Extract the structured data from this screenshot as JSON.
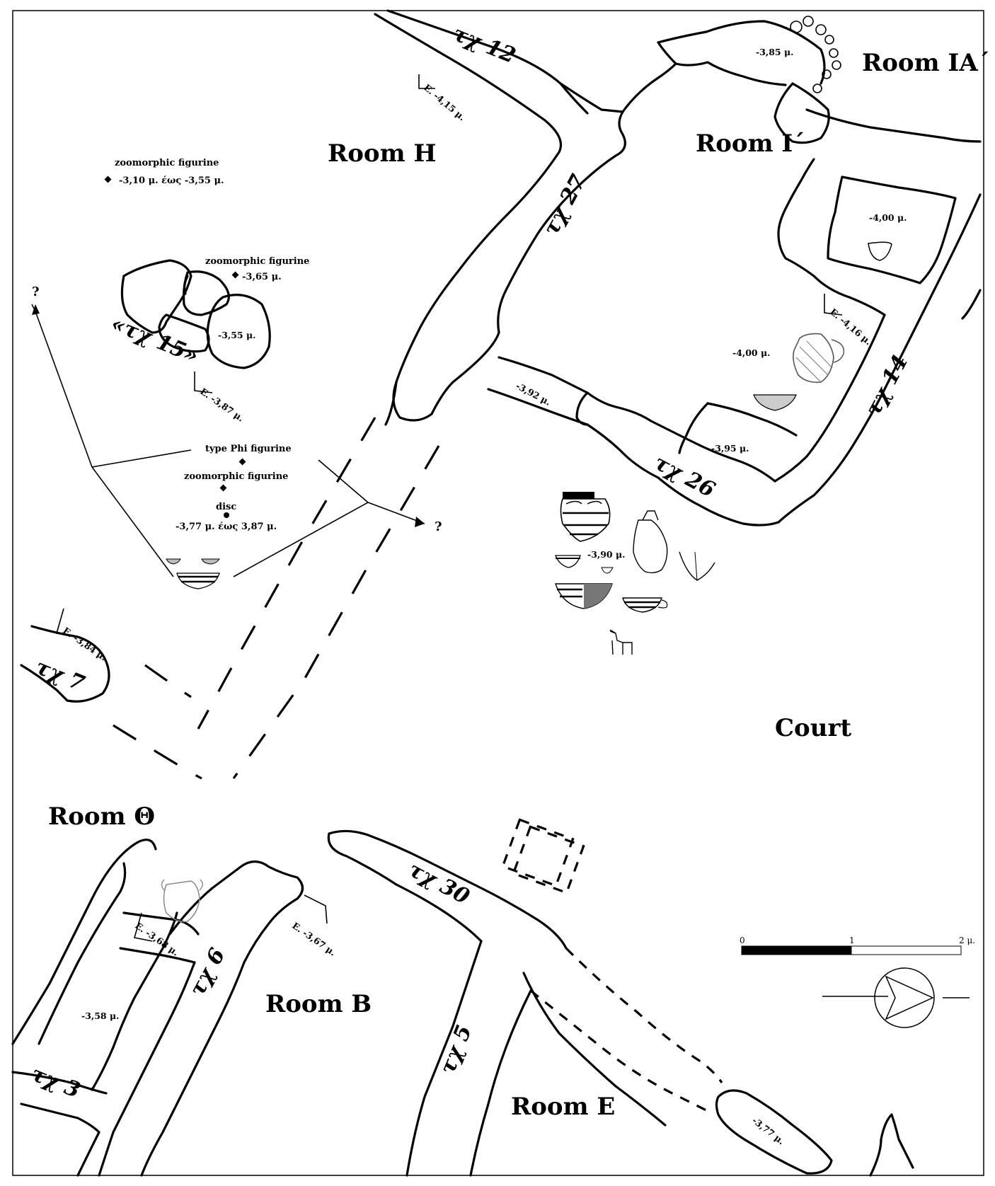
{
  "rooms": {
    "room_h": "Room H",
    "room_i": "Room I΄",
    "room_ia": "Room IA΄",
    "court": "Court",
    "room_theta": "Room Θ",
    "room_b": "Room B",
    "room_e": "Room E"
  },
  "walls": {
    "w12": "τχ 12",
    "w27": "τχ 27",
    "w14": "τχ 14",
    "w26": "τχ 26",
    "w15": "«τχ 15»",
    "w7": "τχ 7",
    "w30": "τχ 30",
    "w6": "τχ 6",
    "w5": "τχ 5",
    "w3": "τχ 3"
  },
  "elevations": {
    "e415": "Ε. -4,15 μ.",
    "e385": "-3,85 μ.",
    "e400a": "-4,00 μ.",
    "e416": "Ε. -4,16 μ.",
    "e400b": "-4,00 μ.",
    "e392": "-3,92 μ.",
    "e395": "-3,95 μ.",
    "e390": "-3,90 μ.",
    "e355": "-3,55 μ.",
    "e387": "Ε. -3,87 μ.",
    "e384": "Ε. -3,84 μ.",
    "e368": "Ε. -3,68 μ.",
    "e367": "Ε. -3,67 μ.",
    "e358": "-3,58 μ.",
    "e377": "-3,77 μ."
  },
  "finds": {
    "zoo1_label": "zoomorphic figurine",
    "zoo1_elev": "-3,10 μ. έως -3,55 μ.",
    "zoo2_label": "zoomorphic figurine",
    "zoo2_elev": "-3,65 μ.",
    "phi_label": "type Phi figurine",
    "zoo3_label": "zoomorphic figurine",
    "disc_label": "disc",
    "disc_elev": "-3,77 μ. έως 3,87 μ."
  },
  "unknown_mark": "?",
  "scale_bar": {
    "tick0": "0",
    "tick1": "1",
    "tick2": "2 μ."
  },
  "icons": [
    "pottery-vessel-icon",
    "north-arrow-icon",
    "animal-figurine-icon"
  ]
}
